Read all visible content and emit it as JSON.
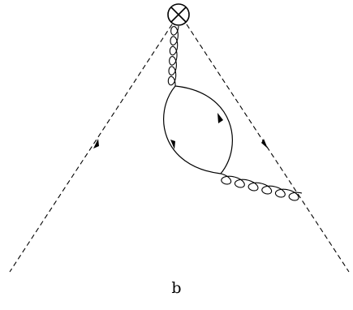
{
  "figure": {
    "caption": "b",
    "elements": [
      "operator-vertex-circle-cross-icon",
      "eikonal-line-left",
      "eikonal-line-right",
      "gluon-upper",
      "gluon-lower",
      "quark-loop"
    ],
    "stroke_color": "#000000"
  }
}
